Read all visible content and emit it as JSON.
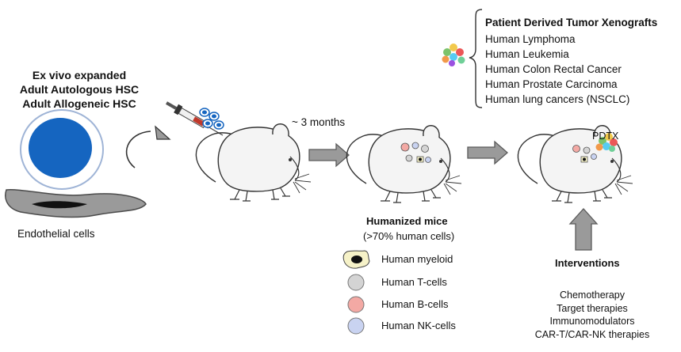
{
  "source": {
    "lines": [
      "Ex vivo expanded",
      "Adult Autologous HSC",
      "Adult Allogeneic HSC"
    ],
    "endothelial_label": "Endothelial cells"
  },
  "timeline": {
    "label": "~ 3 months"
  },
  "humanized": {
    "title": "Humanized mice",
    "subtitle": "(>70% human cells)"
  },
  "legend": [
    {
      "label": "Human myeloid",
      "icon": "myeloid-cell-icon",
      "color": "#f6f2c8"
    },
    {
      "label": "Human T-cells",
      "icon": "t-cell-icon",
      "color": "#d4d4d4"
    },
    {
      "label": "Human B-cells",
      "icon": "b-cell-icon",
      "color": "#f3a9a4"
    },
    {
      "label": "Human NK-cells",
      "icon": "nk-cell-icon",
      "color": "#c9d3f1"
    }
  ],
  "pdtx": {
    "title": "Patient Derived Tumor Xenografts",
    "items": [
      "Human Lymphoma",
      "Human Leukemia",
      "Human Colon Rectal Cancer",
      "Human Prostate Carcinoma",
      "Human lung cancers  (NSCLC)"
    ],
    "mouse_label": "PDTX"
  },
  "interventions": {
    "title": "Interventions",
    "items": [
      "Chemotherapy",
      "Target therapies",
      "Immunomodulators",
      "CAR-T/CAR-NK therapies"
    ]
  },
  "colors": {
    "hsc_nucleus": "#1565c0",
    "hsc_membrane": "#9fb4d6",
    "arrow_fill": "#9a9a9a",
    "arrow_stroke": "#5a5a5a",
    "mouse_body": "#f4f4f4"
  }
}
